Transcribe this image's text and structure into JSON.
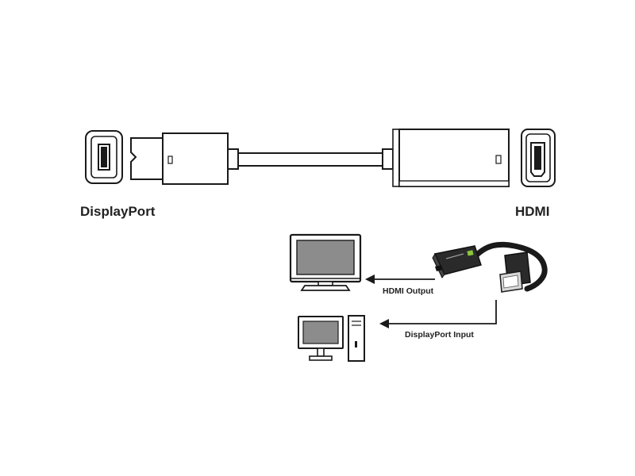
{
  "colors": {
    "outline": "#1a1a1a",
    "screen": "#8c8c8c",
    "adapter_body": "#2a2a2a",
    "accent": "#8dc63f",
    "text": "#222222"
  },
  "diagram": {
    "left_connector_label": "DisplayPort",
    "right_connector_label": "HDMI",
    "hdmi_output_label": "HDMI Output",
    "displayport_input_label": "DisplayPort Input"
  },
  "icons": {
    "left_port": "displayport-port-icon",
    "right_port": "hdmi-port-icon",
    "monitor": "monitor-icon",
    "computer": "desktop-computer-icon",
    "adapter": "adapter-cable-icon"
  }
}
